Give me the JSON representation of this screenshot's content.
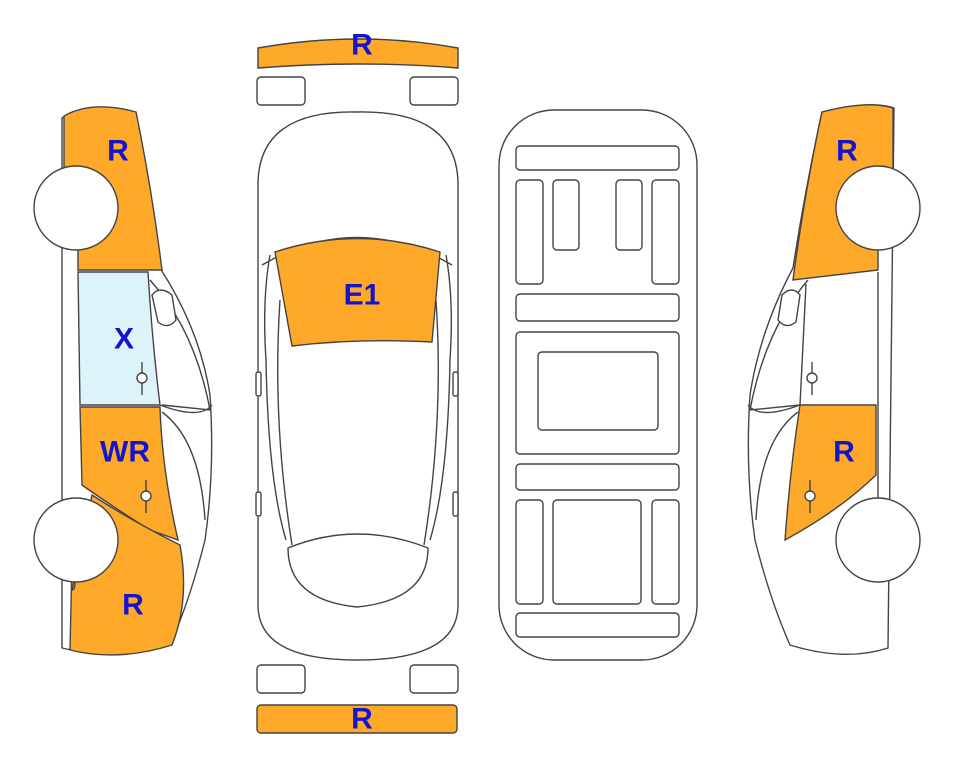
{
  "colors": {
    "damage_fill": "#FFA92B",
    "glass_fill": "#DDF3FA",
    "label_color": "#1414CC",
    "outline": "#444444"
  },
  "panels": {
    "front_bumper": "R",
    "rear_bumper": "R",
    "roof": "E1",
    "left_front_fender": "R",
    "left_front_window": "X",
    "left_front_door": "WR",
    "left_rear_quarter": "R",
    "right_front_fender": "R",
    "right_rear_door": "R"
  }
}
